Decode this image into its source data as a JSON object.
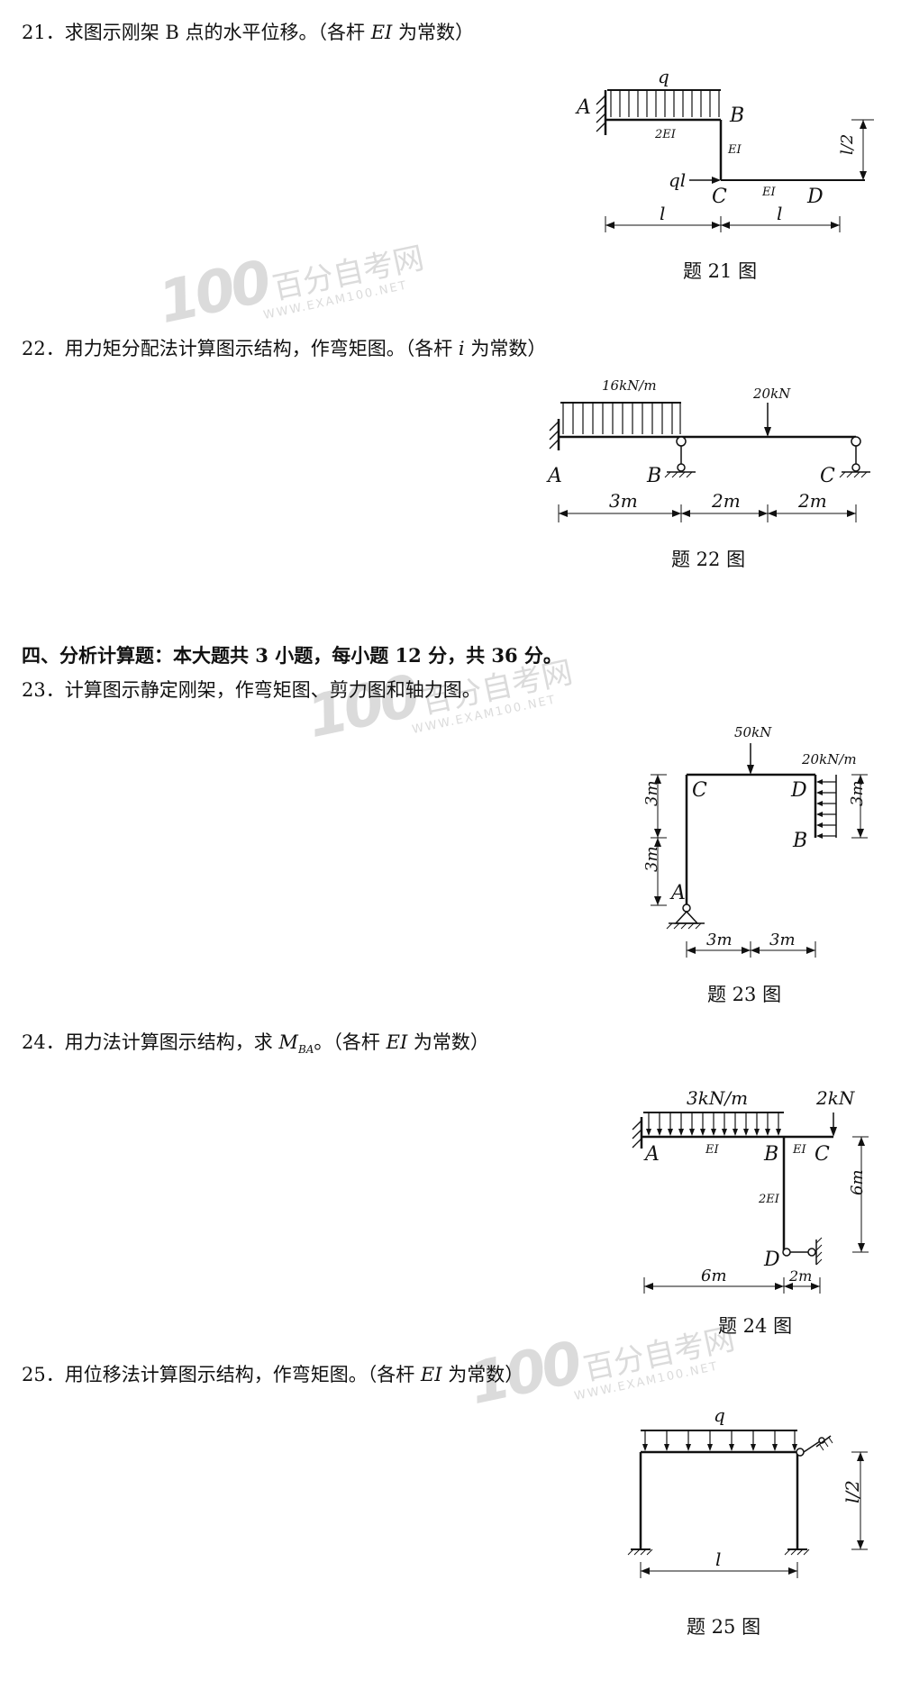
{
  "questions": {
    "q21": {
      "num": "21．",
      "text": "求图示刚架 B 点的水平位移。（各杆 ",
      "var": "EI",
      "tail": " 为常数）",
      "caption": "题 21 图"
    },
    "q22": {
      "num": "22．",
      "text": "用力矩分配法计算图示结构，作弯矩图。（各杆 ",
      "var": "i",
      "tail": " 为常数）",
      "caption": "题 22 图"
    },
    "q23": {
      "num": "23．",
      "text": "计算图示静定刚架，作弯矩图、剪力图和轴力图。",
      "caption": "题 23 图"
    },
    "q24": {
      "num": "24．",
      "text": "用力法计算图示结构，求 ",
      "var": "M",
      "sub": "BA",
      "tail": "。（各杆 ",
      "var2": "EI",
      "tail2": " 为常数）",
      "caption": "题 24 图"
    },
    "q25": {
      "num": "25．",
      "text": "用位移法计算图示结构，作弯矩图。（各杆 ",
      "var": "EI",
      "tail": " 为常数）",
      "caption": "题 25 图"
    }
  },
  "section4": {
    "title": "四、分析计算题：本大题共 3 小题，每小题 12 分，共 36 分。"
  },
  "fig21": {
    "load": "q",
    "A": "A",
    "B": "B",
    "C": "C",
    "D": "D",
    "ei_ab": "2EI",
    "ei_bc": "EI",
    "ei_cd": "EI",
    "force": "ql",
    "dim1": "l",
    "dim2": "l",
    "dim_v": "l/2"
  },
  "fig22": {
    "load": "16kN/m",
    "point": "20kN",
    "A": "A",
    "B": "B",
    "C": "C",
    "d1": "3m",
    "d2": "2m",
    "d3": "2m"
  },
  "fig23": {
    "point": "50kN",
    "load": "20kN/m",
    "A": "A",
    "B": "B",
    "C": "C",
    "D": "D",
    "v1": "3m",
    "v2": "3m",
    "v3": "3m",
    "h1": "3m",
    "h2": "3m"
  },
  "fig24": {
    "load": "3kN/m",
    "point": "2kN",
    "A": "A",
    "B": "B",
    "C": "C",
    "D": "D",
    "ei_ab": "EI",
    "ei_bc": "EI",
    "ei_bd": "2EI",
    "v": "6m",
    "h1": "6m",
    "h2": "2m"
  },
  "fig25": {
    "load": "q",
    "dim_h": "l",
    "dim_v": "l/2"
  },
  "watermark": {
    "brand": "100",
    "cn": "百分自考网",
    "en": "WWW.EXAM100.NET"
  }
}
